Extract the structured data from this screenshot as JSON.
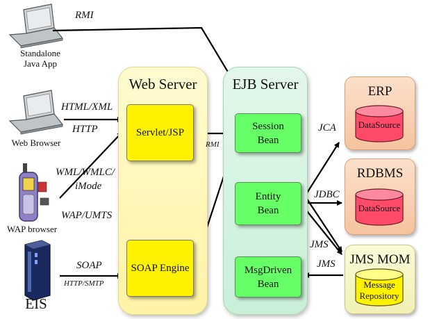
{
  "clients": {
    "standalone": "Standalone\nJava App",
    "web_browser": "Web Browser",
    "wap_browser": "WAP browser",
    "eis": "EIS"
  },
  "links": {
    "rmi_top": "RMI",
    "html_xml": "HTML/XML",
    "http": "HTTP",
    "wml": "WML/WMLC/",
    "imode": "iMode",
    "wap_umts": "WAP/UMTS",
    "soap": "SOAP",
    "http_smtp": "HTTP/SMTP",
    "rmi_mid": "RMI",
    "jca": "JCA",
    "jdbc": "JDBC",
    "jms1": "JMS",
    "jms2": "JMS"
  },
  "web_server": {
    "title": "Web Server",
    "servlet": "Servlet/JSP",
    "soap_engine": "SOAP Engine"
  },
  "ejb_server": {
    "title": "EJB Server",
    "session": [
      "Session",
      "Bean"
    ],
    "entity": [
      "Entity",
      "Bean"
    ],
    "msgdriven": [
      "MsgDriven",
      "Bean"
    ]
  },
  "resources": {
    "erp": {
      "title": "ERP",
      "store": "DataSource"
    },
    "rdbms": {
      "title": "RDBMS",
      "store": "DataSource"
    },
    "jms_mom": {
      "title": "JMS MOM",
      "store": [
        "Message",
        "Repository"
      ]
    }
  }
}
